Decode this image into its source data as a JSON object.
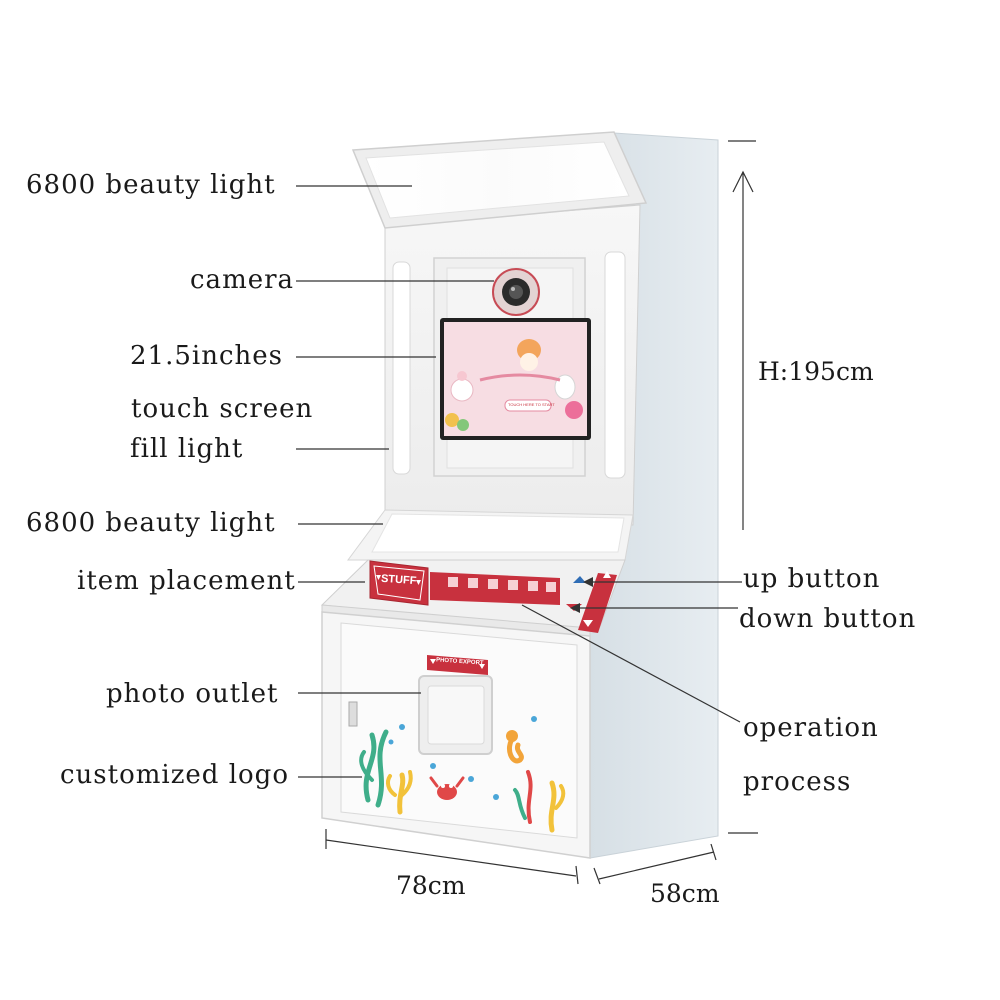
{
  "labels": {
    "beauty_light_top": "6800 beauty light",
    "camera": "camera",
    "screen_size": "21.5inches",
    "touch_screen": "touch screen",
    "fill_light": "fill light",
    "beauty_light_bottom": "6800 beauty light",
    "item_placement": "item placement",
    "photo_outlet": "photo outlet",
    "customized_logo": "customized logo",
    "up_button": "up button",
    "down_button": "down button",
    "operation": "operation",
    "process": "process"
  },
  "dimensions": {
    "height": "H:195cm",
    "width": "78cm",
    "depth": "58cm"
  },
  "machine": {
    "stuff_sign": "STUFF",
    "photo_export_sign": "PHOTO EXPORT",
    "screen_button": "TOUCH HERE TO START"
  },
  "colors": {
    "body": "#f3f3f3",
    "side": "#dde5ea",
    "accent_red": "#c8313e",
    "screen_pink": "#f7dde3"
  }
}
